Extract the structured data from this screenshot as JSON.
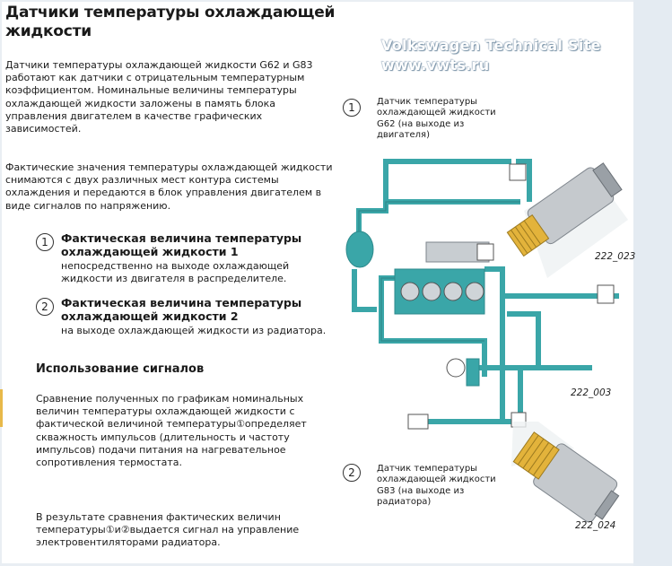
{
  "title": "Датчики температуры охлаждающей жидкости",
  "intro": "Датчики температуры охлаждающей жидкости G62 и G83 работают как датчики с отрицательным температурным коэффициентом. Номинальные величины температуры охлаждающей жидкости заложены в память блока управления двигателем в качестве графических зависимостей.",
  "actual": "Фактические значения температуры охлаждающей жидкости снимаются с двух различных мест контура системы охлаждения и передаются в блок управления двигателем в виде сигналов по напряжению.",
  "items": [
    {
      "num": "1",
      "heading": "Фактическая величина температуры охлаждающей жидкости 1",
      "text": "непосредственно на выходе охлаждающей жидкости из двигателя в распределителе."
    },
    {
      "num": "2",
      "heading": "Фактическая величина температуры охлаждающей жидкости 2",
      "text": "на выходе охлаждающей жидкости из радиатора."
    }
  ],
  "signals_heading": "Использование сигналов",
  "signals_p1": "Сравнение полученных по графикам номинальных величин температуры охлаждающей жидкости с фактической величиной температуры①определяет скважность импульсов (длительность и частоту импульсов) подачи питания на нагревательное сопротивления термостата.",
  "signals_p2": "В результате сравнения фактических величин температуры①и②выдается сигнал на управление электровентиляторами радиатора.",
  "watermark": [
    "Volkswagen Technical Site",
    "www.vwts.ru"
  ],
  "sensor1": {
    "num": "1",
    "label": "Датчик температуры охлаждающей жидкости G62 (на выходе из двигателя)"
  },
  "sensor2": {
    "num": "2",
    "label": "Датчик температуры охлаждающей жидкости G83 (на выходе из радиатора)"
  },
  "codes": [
    "222_023",
    "222_003",
    "222_024"
  ],
  "colors": {
    "pipe": "#3aa6a8",
    "pipe_dark": "#2e8a8c",
    "sensor_brass": "#e3b33b",
    "sensor_grey": "#b8bcc0",
    "accent": "#e8b94a"
  }
}
